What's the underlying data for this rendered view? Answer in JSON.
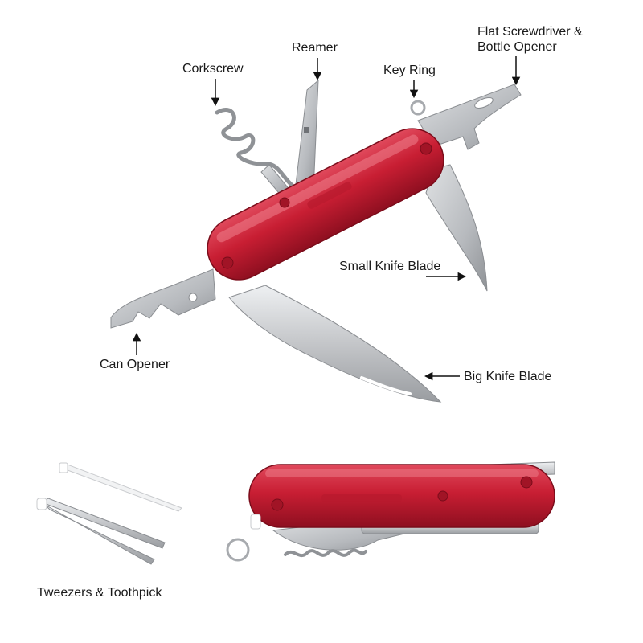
{
  "labels": {
    "corkscrew": "Corkscrew",
    "reamer": "Reamer",
    "key_ring": "Key Ring",
    "flat_screwdriver_line1": "Flat Screwdriver &",
    "flat_screwdriver_line2": "Bottle Opener",
    "small_knife_blade": "Small Knife Blade",
    "can_opener": "Can Opener",
    "big_knife_blade": "Big Knife Blade",
    "tweezers_toothpick": "Tweezers & Toothpick"
  },
  "colors": {
    "handle_red": "#c81e33",
    "handle_dark": "#8e0f20",
    "steel": "#c4c6c9",
    "steel_dark": "#8a8d91",
    "arrow": "#111111"
  }
}
